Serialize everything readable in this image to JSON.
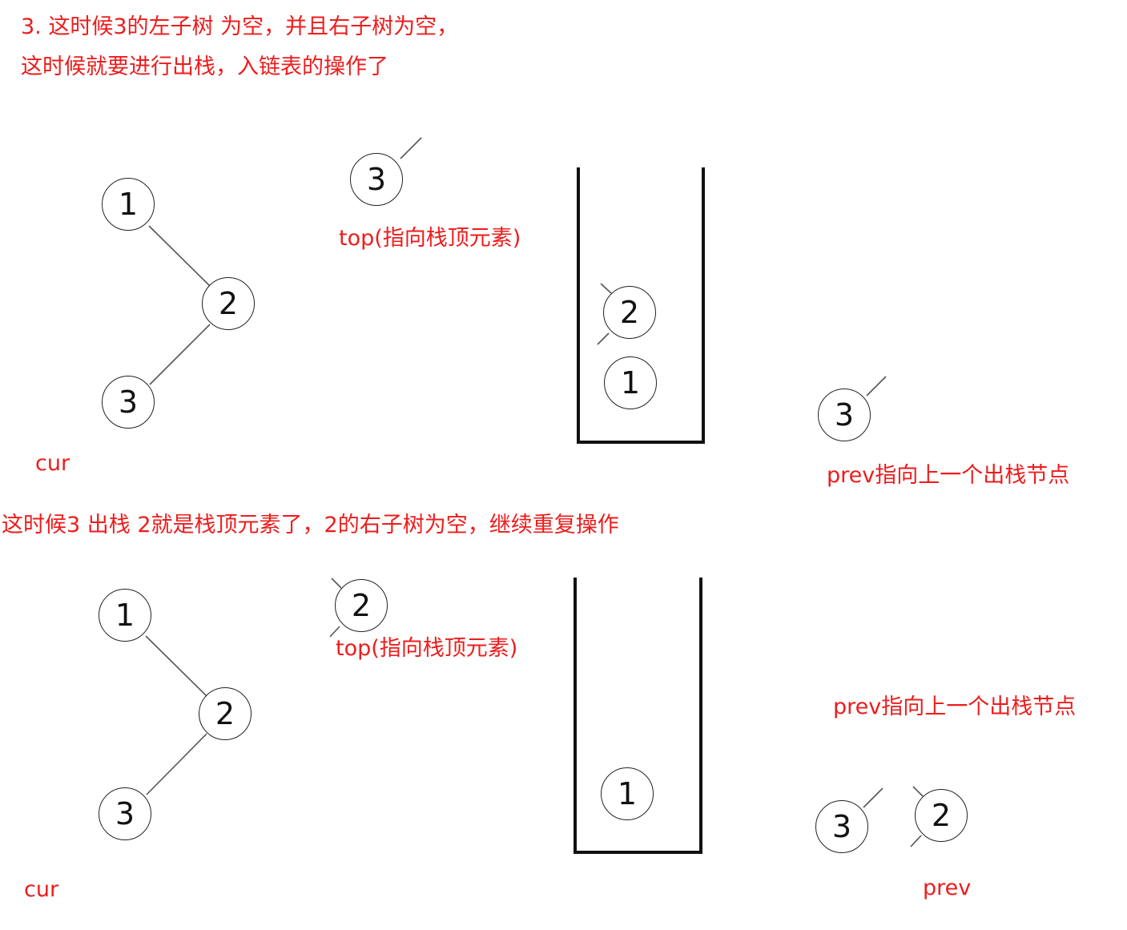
{
  "section1": {
    "heading_line1": "3. 这时候3的左子树 为空，并且右子树为空，",
    "heading_line2": "这时候就要进行出栈，入链表的操作了",
    "tree": {
      "root": "1",
      "mid": "2",
      "leaf": "3"
    },
    "cur_label": "cur",
    "top_node": "3",
    "top_label": "top(指向栈顶元素)",
    "stack_items": [
      "2",
      "1"
    ],
    "prev_node": "3",
    "prev_label": "prev指向上一个出栈节点"
  },
  "section2": {
    "heading": "这时候3 出栈 2就是栈顶元素了，2的右子树为空，继续重复操作",
    "tree": {
      "root": "1",
      "mid": "2",
      "leaf": "3"
    },
    "cur_label": "cur",
    "top_node": "2",
    "top_label": "top(指向栈顶元素)",
    "stack_items": [
      "1"
    ],
    "prev_label": "prev指向上一个出栈节点",
    "list_nodes": [
      "3",
      "2"
    ],
    "prev_bottom_label": "prev"
  }
}
